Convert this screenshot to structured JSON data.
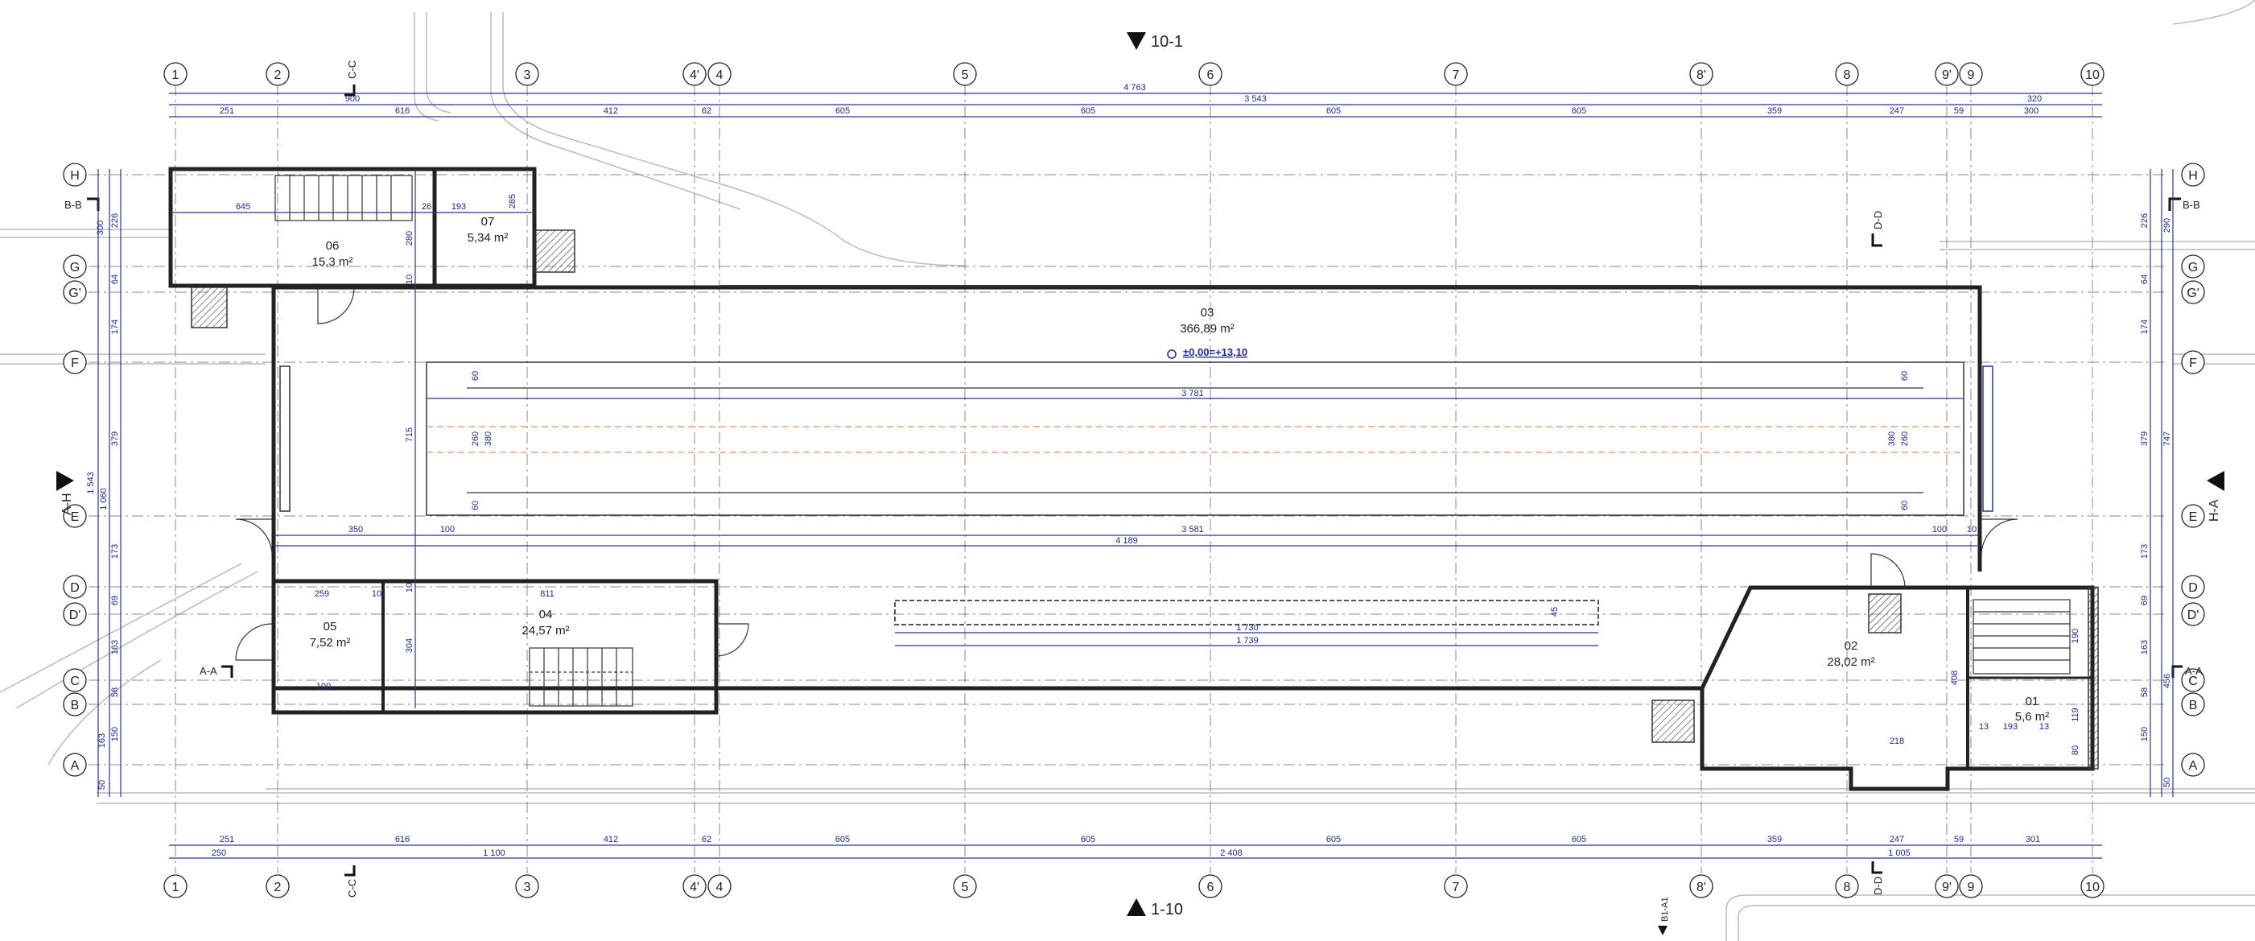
{
  "sections": {
    "top": "10-1",
    "bottom": "1-10",
    "left": "A-H",
    "right": "H-A",
    "cut_cc": "C-C",
    "cut_dd": "D-D",
    "cut_bb": "B-B",
    "cut_aa": "A-A",
    "ref": "B1-A1"
  },
  "grid_cols": [
    {
      "label": "1"
    },
    {
      "label": "2"
    },
    {
      "label": "3"
    },
    {
      "label": "4'"
    },
    {
      "label": "4"
    },
    {
      "label": "5"
    },
    {
      "label": "6"
    },
    {
      "label": "7"
    },
    {
      "label": "8'"
    },
    {
      "label": "8"
    },
    {
      "label": "9'"
    },
    {
      "label": "9"
    },
    {
      "label": "10"
    }
  ],
  "grid_rows": [
    {
      "label": "H"
    },
    {
      "label": "G"
    },
    {
      "label": "G'"
    },
    {
      "label": "F"
    },
    {
      "label": "E"
    },
    {
      "label": "D"
    },
    {
      "label": "D'"
    },
    {
      "label": "C"
    },
    {
      "label": "B"
    },
    {
      "label": "A"
    }
  ],
  "rooms": [
    {
      "id": "06",
      "area": "15,3 m²"
    },
    {
      "id": "07",
      "area": "5,34 m²"
    },
    {
      "id": "03",
      "area": "366,89 m²"
    },
    {
      "id": "05",
      "area": "7,52 m²"
    },
    {
      "id": "04",
      "area": "24,57 m²"
    },
    {
      "id": "02",
      "area": "28,02 m²"
    },
    {
      "id": "01",
      "area": "5,6 m²"
    }
  ],
  "level": "±0,00=+13,10",
  "dims": {
    "top_total": "4 763",
    "top_a": "900",
    "top_b": "3 543",
    "top_c": "320",
    "top_row": [
      "251",
      "616",
      "412",
      "62",
      "605",
      "605",
      "605",
      "605",
      "359",
      "247",
      "59",
      "300"
    ],
    "bottom_row": [
      "251",
      "616",
      "412",
      "62",
      "605",
      "605",
      "605",
      "605",
      "359",
      "247",
      "59",
      "301"
    ],
    "bottom_totals": [
      "250",
      "1 100",
      "2 408",
      "1 005"
    ],
    "left_outer": [
      "300",
      "1 543",
      "1 060",
      "163",
      "50"
    ],
    "left_inner": [
      "226",
      "64",
      "174",
      "379",
      "173",
      "69",
      "163",
      "58",
      "150"
    ],
    "right_outer": [
      "290",
      "747",
      "456",
      "50"
    ],
    "right_inner": [
      "226",
      "64",
      "174",
      "379",
      "173",
      "69",
      "163",
      "58",
      "150"
    ],
    "interior": {
      "d645": "645",
      "d26": "26",
      "d193": "193",
      "d285": "285",
      "d280": "280",
      "d10": "10",
      "d715": "715",
      "d304": "304",
      "d350": "350",
      "d100": "100",
      "d3581": "3 581",
      "d4189": "4 189",
      "d3781": "3 781",
      "d259": "259",
      "d811": "811",
      "d1730": "1 730",
      "d1739": "1 739",
      "d45": "45",
      "d60": "60",
      "d260": "260",
      "d380": "380",
      "d408": "408",
      "d218": "218",
      "d13": "13",
      "d190": "190",
      "d80": "80",
      "d119": "119"
    }
  }
}
